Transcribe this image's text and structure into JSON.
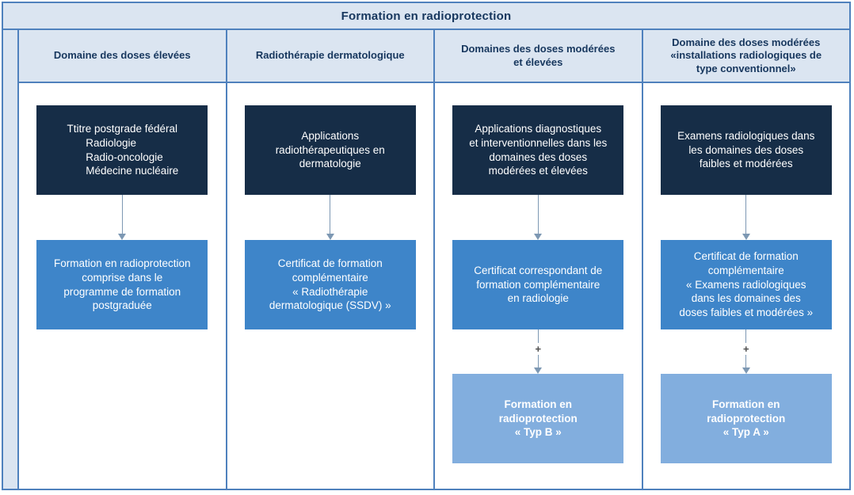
{
  "title": "Formation en radioprotection",
  "plus_label": "+",
  "colors": {
    "border": "#4f81bd",
    "header_bg": "#dbe5f1",
    "title_text": "#17375e",
    "dark_box_bg": "#162d47",
    "mid_box_bg": "#3e85c9",
    "bottom_box_bg": "#82aede",
    "arrow": "#7d98b3"
  },
  "columns": [
    {
      "header": "Domaine des doses élevées",
      "top_box_title": "Ttitre postgrade fédéral",
      "top_box_items": [
        "Radiologie",
        "Radio-oncologie",
        "Médecine nucléaire"
      ],
      "mid_box": "Formation en radioprotection\ncomprise dans le\nprogramme de formation\npostgraduée"
    },
    {
      "header": "Radiothérapie dermatologique",
      "top_box": "Applications\nradiothérapeutiques en\ndermatologie",
      "mid_box": "Certificat de formation\ncomplémentaire\n« Radiothérapie\ndermatologique (SSDV) »"
    },
    {
      "header": "Domaines des doses modérées\net élevées",
      "top_box": "Applications diagnostiques\net interventionnelles dans les\ndomaines des doses\nmodérées et élevées",
      "mid_box": "Certificat correspondant de\nformation complémentaire\nen radiologie",
      "bottom_box": "Formation en\nradioprotection\n« Typ B »"
    },
    {
      "header": "Domaine des doses modérées\n«installations radiologiques de\ntype conventionnel»",
      "top_box": "Examens radiologiques dans\nles domaines des doses\nfaibles et modérées",
      "mid_box": "Certificat de formation\ncomplémentaire\n« Examens radiologiques\ndans les domaines des\ndoses faibles et modérées »",
      "bottom_box": "Formation en\nradioprotection\n« Typ A »"
    }
  ]
}
